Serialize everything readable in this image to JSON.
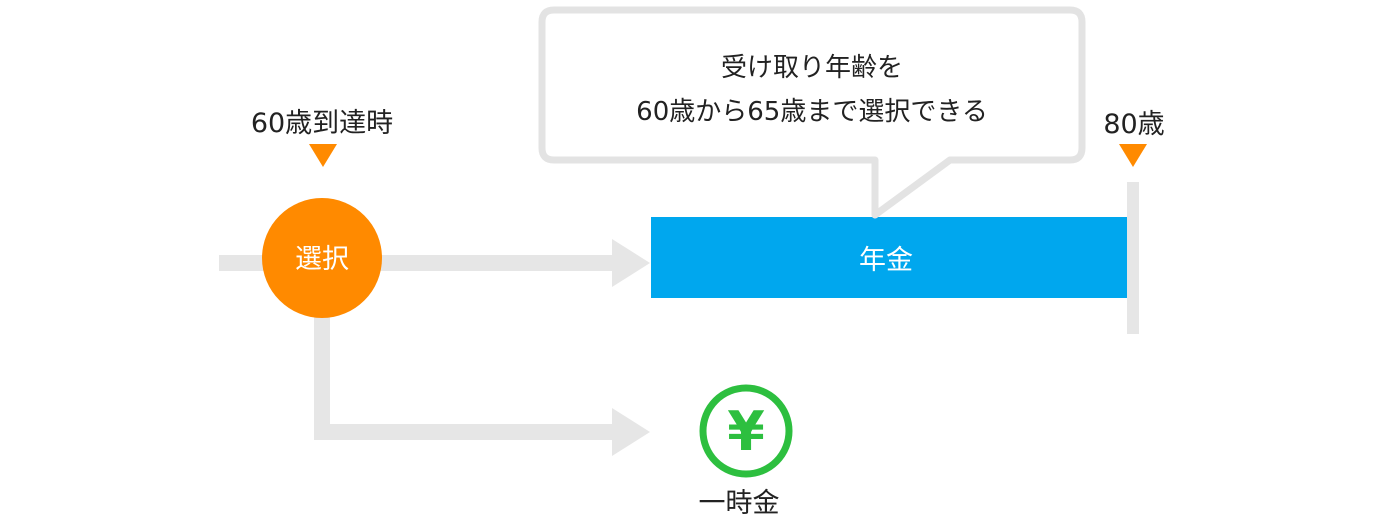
{
  "labels": {
    "start_marker": "60歳到達時",
    "end_marker": "80歳",
    "choice": "選択",
    "pension": "年金",
    "lump_sum": "一時金",
    "yen_symbol": "¥"
  },
  "callout": {
    "line1": "受け取り年齢を",
    "line2": "60歳から65歳まで選択できる"
  },
  "colors": {
    "choice_circle": "#FF8A00",
    "marker_triangle": "#FF8A00",
    "pension_bar": "#00A7EE",
    "yen_icon": "#2DBF3F",
    "connector": "#E6E6E6",
    "callout_border": "#E3E3E3",
    "text": "#222222"
  },
  "icons": {
    "marker": "down-triangle-icon",
    "yen": "yen-coin-icon"
  }
}
